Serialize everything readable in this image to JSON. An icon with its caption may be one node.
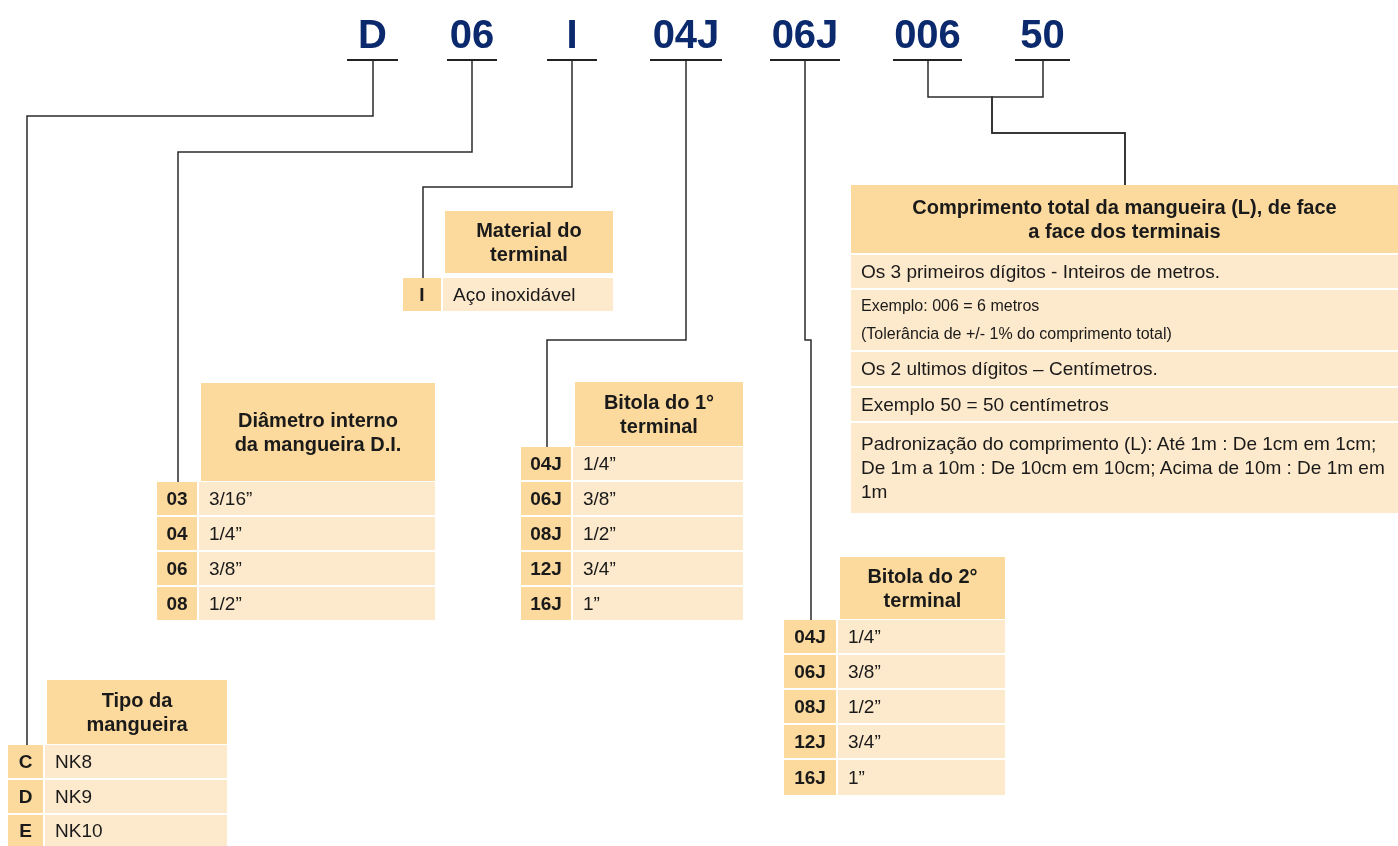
{
  "diagram": {
    "nodes": [
      {
        "text": [
          "D"
        ]
      },
      {
        "text": [
          "06"
        ]
      },
      {
        "text": [
          "I"
        ]
      },
      {
        "text": [
          "04J"
        ]
      },
      {
        "text": [
          "06J"
        ]
      },
      {
        "text": [
          "006"
        ]
      },
      {
        "text": [
          "50"
        ]
      },
      {
        "text": [
          "Comprimento total da mangueira (L), de face a face dos terminais"
        ]
      },
      {
        "text": [
          "Os 3 primeiros dígitos - Inteiros de metros."
        ]
      },
      {
        "text": [
          "Exemplo: 006 = 6 metros",
          "(Tolerância de +/- 1% do comprimento total)"
        ]
      },
      {
        "text": [
          "Os 2 ultimos dígitos – Centímetros."
        ]
      },
      {
        "text": [
          "Exemplo 50 = 50 centímetros"
        ]
      },
      {
        "text": [
          "Padronização do comprimento (L): Até 1m : De 1cm em 1cm; De 1m a 10m : De 10cm em 10cm; Acima de 10m : De 1m em 1m"
        ]
      },
      {
        "text": [
          "Material do terminal"
        ]
      },
      {
        "text": [
          "I",
          "Aço inoxidável"
        ]
      },
      {
        "text": [
          "Diâmetro interno da mangueira D.I."
        ]
      },
      {
        "text": [
          "03",
          "3/16”"
        ]
      },
      {
        "text": [
          "04",
          "1/4”"
        ]
      },
      {
        "text": [
          "06",
          "3/8”"
        ]
      },
      {
        "text": [
          "08",
          "1/2”"
        ]
      },
      {
        "text": [
          "Bitola do 1° terminal"
        ]
      },
      {
        "text": [
          "04J",
          "1/4”"
        ]
      },
      {
        "text": [
          "06J",
          "3/8”"
        ]
      },
      {
        "text": [
          "08J",
          "1/2”"
        ]
      },
      {
        "text": [
          "12J",
          "3/4”"
        ]
      },
      {
        "text": [
          "16J",
          "1”"
        ]
      },
      {
        "text": [
          "Bitola do 2° terminal"
        ]
      },
      {
        "text": [
          "04J",
          "1/4”"
        ]
      },
      {
        "text": [
          "06J",
          "3/8”"
        ]
      },
      {
        "text": [
          "08J",
          "1/2”"
        ]
      },
      {
        "text": [
          "12J",
          "3/4”"
        ]
      },
      {
        "text": [
          "16J",
          "1”"
        ]
      },
      {
        "text": [
          "Tipo da mangueira"
        ]
      },
      {
        "text": [
          "C",
          "NK8"
        ]
      },
      {
        "text": [
          "D",
          "NK9"
        ]
      },
      {
        "text": [
          "E",
          "NK10"
        ]
      }
    ],
    "edges": [
      {
        "from": 0,
        "to": 33,
        "arrow": "none"
      },
      {
        "from": 1,
        "to": 16,
        "arrow": "none"
      },
      {
        "from": 2,
        "to": 14,
        "arrow": "none"
      },
      {
        "from": 3,
        "to": 21,
        "arrow": "none"
      },
      {
        "from": 4,
        "to": 27,
        "arrow": "none"
      },
      {
        "from": 5,
        "to": 7,
        "arrow": "none"
      },
      {
        "from": 6,
        "to": 7,
        "arrow": "none"
      }
    ]
  }
}
